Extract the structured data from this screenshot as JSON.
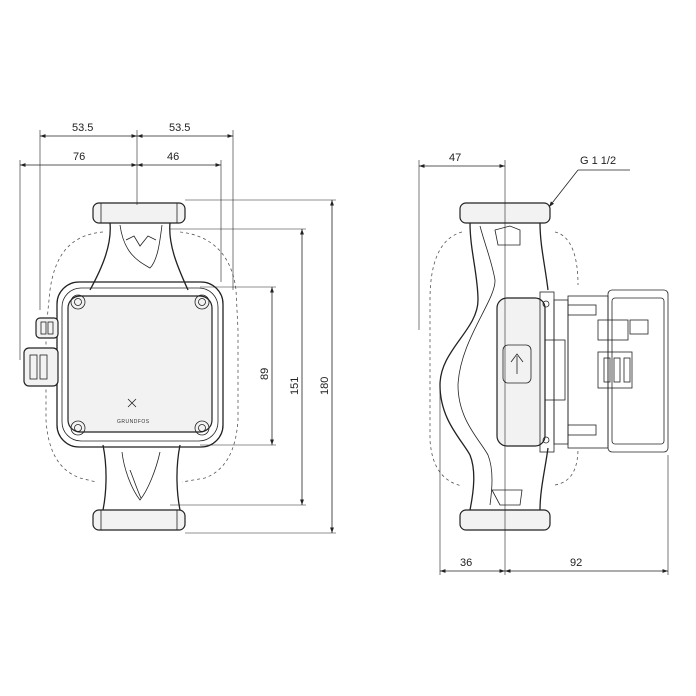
{
  "dimensions": {
    "top_left_half": "53.5",
    "top_right_half": "53.5",
    "left_76": "76",
    "right_46": "46",
    "height_89": "89",
    "height_151": "151",
    "height_180": "180",
    "side_47": "47",
    "thread_label": "G 1 1/2",
    "bottom_36": "36",
    "bottom_92": "92"
  },
  "brand": {
    "name": "GRUNDFOS"
  },
  "colors": {
    "line": "#222222",
    "background": "#ffffff"
  }
}
